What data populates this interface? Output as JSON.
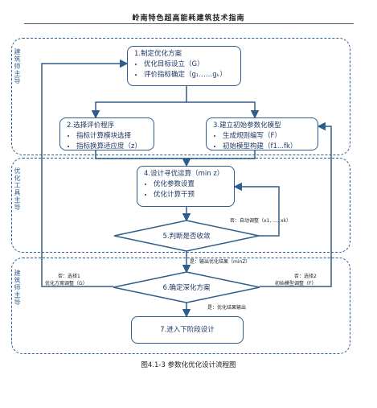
{
  "header": "岭南特色超高能耗建筑技术指南",
  "zones": {
    "top": "建筑师主导",
    "middle": "优化工具主导",
    "bottom": "建筑师主导"
  },
  "step1": {
    "title": "1.制定优化方案",
    "items": [
      "优化目标设立（G）",
      "评价指标确定（g₁……gₖ）"
    ]
  },
  "step2": {
    "title": "2.选择评价程序",
    "items": [
      "指标计算模块选择",
      "指标换算适应度（z）"
    ]
  },
  "step3": {
    "title": "3.建立初始参数化模型",
    "items": [
      "生成规则编写（F）",
      "初始模型构建（f1...fk）"
    ]
  },
  "step4": {
    "title": "4.设计寻优运算（min z）",
    "items": [
      "优化参数设置",
      "优化计算干预"
    ]
  },
  "step5": {
    "title": "5.判断是否收敛"
  },
  "step6": {
    "title": "6.确定深化方案"
  },
  "step7": {
    "title": "7.进入下阶段设计"
  },
  "notes": {
    "no_auto": "否：自动调整（x1, …, xk）",
    "yes_output": "是：输出优化结果（minZ）",
    "no_choice1_a": "否：选择1",
    "no_choice1_b": "优化方案调整（G）",
    "no_choice2_a": "否：选择2",
    "no_choice2_b": "初始模型调整（F）",
    "yes_final": "是：优化结果输出"
  },
  "caption": "图4.1-3 参数化优化设计流程图"
}
